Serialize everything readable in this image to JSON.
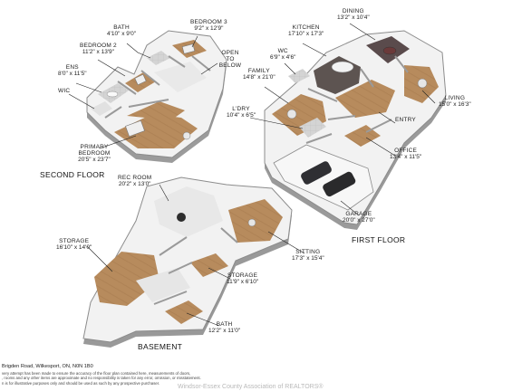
{
  "floors": {
    "second": "SECOND FLOOR",
    "first": "FIRST FLOOR",
    "basement": "BASEMENT"
  },
  "rooms": {
    "bath_2f": {
      "name": "BATH",
      "dims": "4'10\" x 9'0\""
    },
    "bedroom3": {
      "name": "BEDROOM 3",
      "dims": "9'2\" x 12'9\""
    },
    "bedroom2": {
      "name": "BEDROOM 2",
      "dims": "11'2\" x 13'9\""
    },
    "open_below": {
      "name": "OPEN TO BELOW",
      "dims": ""
    },
    "ens": {
      "name": "ENS",
      "dims": "8'0\" x 11'5\""
    },
    "wic_2f": {
      "name": "WIC",
      "dims": ""
    },
    "primary": {
      "name": "PRIMARY BEDROOM",
      "dims": "20'5\" x 23'7\""
    },
    "kitchen": {
      "name": "KITCHEN",
      "dims": "17'10\" x 17'3\""
    },
    "dining": {
      "name": "DINING",
      "dims": "13'2\" x 10'4\""
    },
    "wc": {
      "name": "WC",
      "dims": "6'9\" x 4'6\""
    },
    "family": {
      "name": "FAMILY",
      "dims": "14'8\" x 21'0\""
    },
    "laundry": {
      "name": "L'DRY",
      "dims": "10'4\" x 6'5\""
    },
    "living": {
      "name": "LIVING",
      "dims": "15'0\" x 16'3\""
    },
    "entry": {
      "name": "ENTRY",
      "dims": ""
    },
    "office": {
      "name": "OFFICE",
      "dims": "13'4\" x 11'5\""
    },
    "garage": {
      "name": "GARAGE",
      "dims": "20'0\" x 27'0\""
    },
    "rec": {
      "name": "REC ROOM",
      "dims": "20'2\" x 13'0\""
    },
    "storage_big": {
      "name": "STORAGE",
      "dims": "16'10\" x 14'0\""
    },
    "sitting": {
      "name": "SITTING",
      "dims": "17'3\" x 15'4\""
    },
    "storage_small": {
      "name": "STORAGE",
      "dims": "11'9\" x 6'10\""
    },
    "bath_b": {
      "name": "BATH",
      "dims": "12'2\" x 11'0\""
    }
  },
  "footer": {
    "address": "Brigden Road, Wilkesport, ON, N0N 1B0",
    "disclaimer_1": "very attempt has been made to ensure the accuracy of the floor plan contained here, measurements of doors,",
    "disclaimer_2": ", rooms and any other items are approximate and no responsibility is taken for any error, omission, or misstatement.",
    "disclaimer_3": "n is for illustrative purposes only and should be used as such by any prospective purchaser.",
    "watermark": "Windsor-Essex County Association of REALTORS®"
  },
  "colors": {
    "wood": "#b58a5c",
    "wall": "#f4f4f4",
    "wall_edge": "#8a8a8a",
    "dark_floor": "#5a5250",
    "tile": "#cfcfcf",
    "leader": "#222222"
  }
}
